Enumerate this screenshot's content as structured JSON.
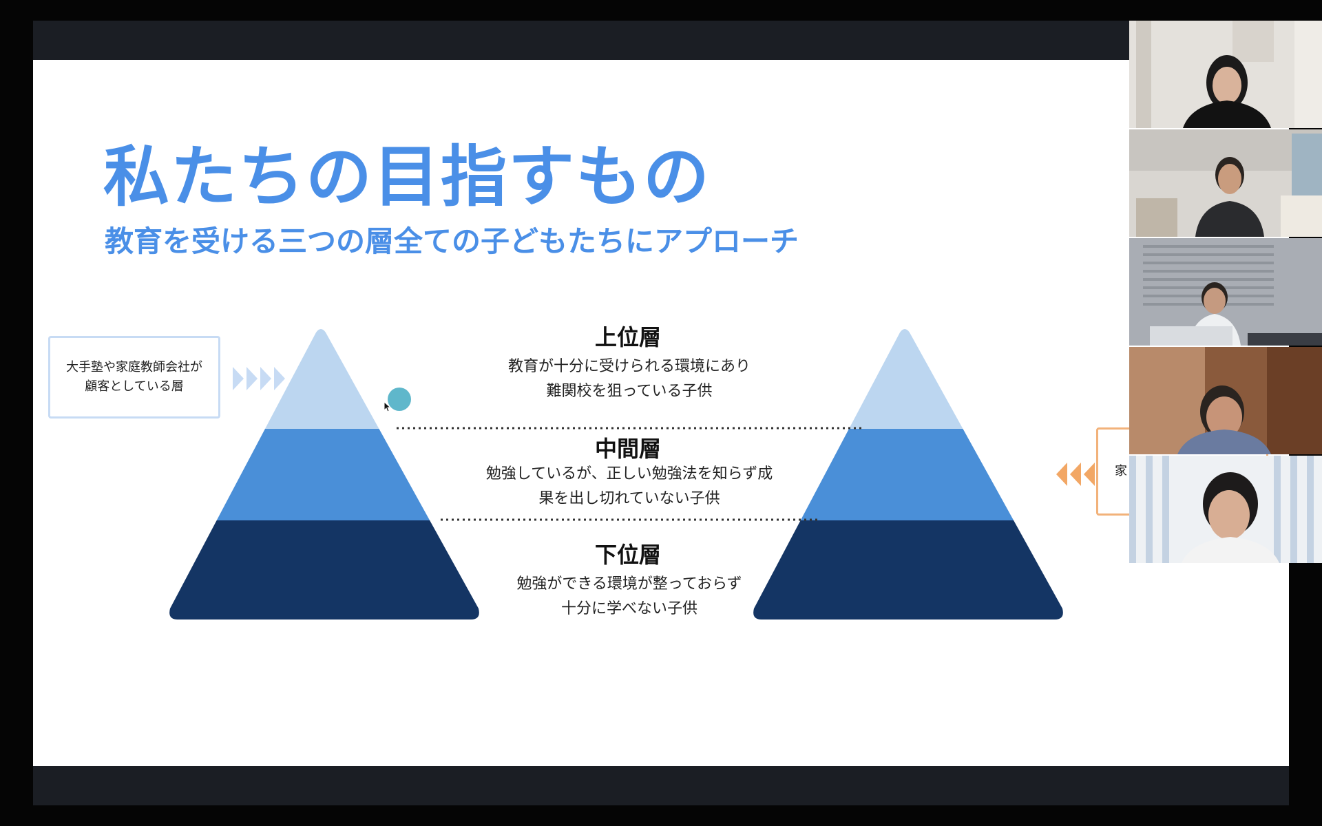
{
  "slide": {
    "title": "私たちの目指すもの",
    "subtitle": "教育を受ける三つの層全ての子どもたちにアプローチ",
    "callout_left": "大手塾や家庭教師会社が\n顧客としている層",
    "callout_right": "家",
    "layers": [
      {
        "title": "上位層",
        "desc": "教育が十分に受けられる環境にあり\n難関校を狙っている子供"
      },
      {
        "title": "中間層",
        "desc": "勉強しているが、正しい勉強法を知らず成\n果を出し切れていない子供"
      },
      {
        "title": "下位層",
        "desc": "勉強ができる環境が整っておらず\n十分に学べない子供"
      }
    ]
  },
  "colors": {
    "title_blue": "#4a8fe7",
    "pyramid_top": "#bcd6f0",
    "pyramid_mid": "#4a8fd8",
    "pyramid_bottom": "#143564",
    "arrow_left": "#c7dbf4",
    "arrow_right": "#f2a765",
    "cursor_dot": "#56b3c8"
  },
  "participants": [
    {
      "name": "",
      "icon": "participant-video-icon"
    },
    {
      "name": "",
      "icon": "participant-video-icon"
    },
    {
      "name": "",
      "icon": "participant-video-icon"
    },
    {
      "name": "",
      "icon": "participant-video-icon"
    },
    {
      "name": "",
      "icon": "participant-video-icon"
    }
  ]
}
